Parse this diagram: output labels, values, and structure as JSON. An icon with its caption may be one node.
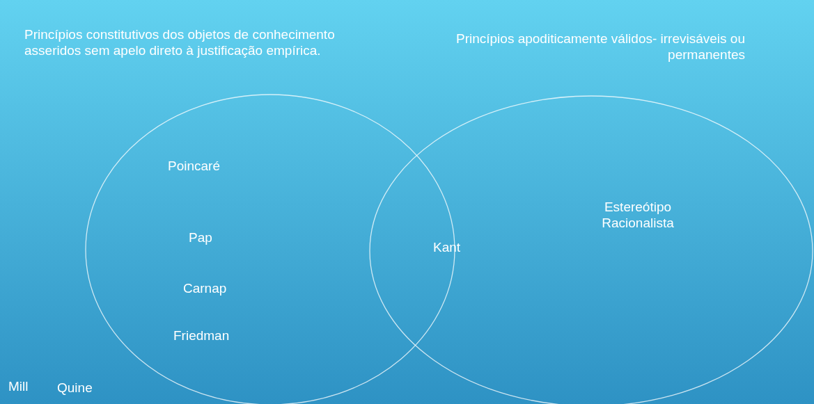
{
  "diagram": {
    "nodes": [
      {
        "text": [
          "Princípios constitutivos dos objetos de conhecimento asseridos sem apelo direto à justificação empírica.",
          "Poincaré",
          "Pap",
          "Carnap",
          "Friedman"
        ]
      },
      {
        "text": [
          "Princípios apoditicamente válidos- irrevisáveis ou permanentes",
          "Estereótipo Racionalista"
        ]
      }
    ],
    "labels": [
      "Kant",
      "Mill",
      "Quine"
    ]
  }
}
